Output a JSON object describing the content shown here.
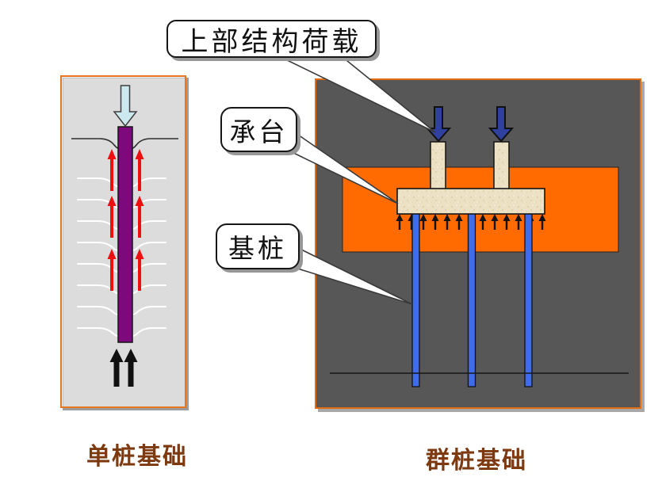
{
  "slide": {
    "callouts": {
      "load": {
        "label": "上部结构荷载"
      },
      "cap": {
        "label": "承台"
      },
      "pile": {
        "label": "基桩"
      }
    },
    "captions": {
      "single": "单桩基础",
      "group": "群桩基础"
    },
    "icons": {
      "single_pile_load_arrow": "down-arrow",
      "group_load_arrows": "down-arrow",
      "side_friction_arrows": "up-arrow",
      "end_bearing_arrows": "up-arrow",
      "cap_reaction_arrows": "up-arrow"
    },
    "colors": {
      "page_bg": "#ffffff",
      "panel_border_orange": "#e8761f",
      "left_panel_bg": "#dcdcdc",
      "right_panel_bg": "#575757",
      "soil_layer_orange": "#ff6b00",
      "single_pile_purple": "#7c0a7c",
      "group_pile_blue": "#3f6ceb",
      "load_arrow_navy": "#30409f",
      "load_arrow_cyan": "#cbe9ef",
      "friction_arrow_red": "#ee1010",
      "pile_cap_beige": "#ece1c4",
      "caption_brown": "#7d3a10",
      "callout_bg": "#ffffff",
      "callout_border": "#161616"
    }
  }
}
